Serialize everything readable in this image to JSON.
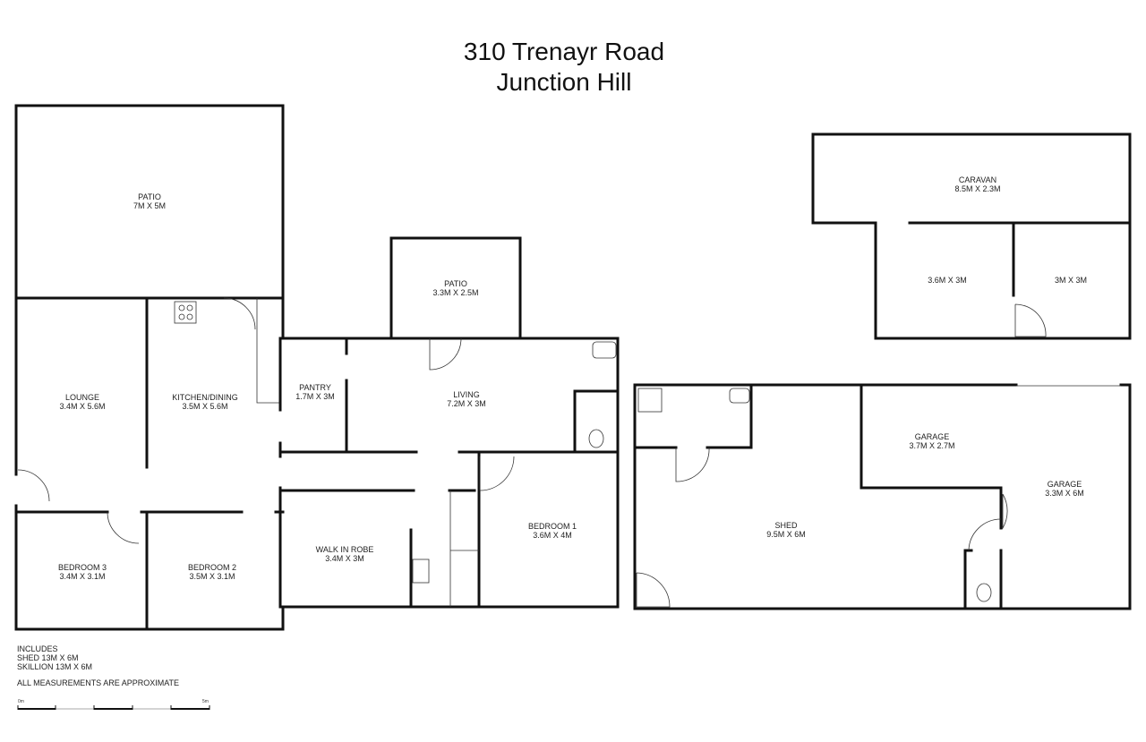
{
  "title": {
    "line1": "310 Trenayr Road",
    "line2": "Junction Hill"
  },
  "rooms": [
    {
      "name": "PATIO",
      "size": "7M X 5M"
    },
    {
      "name": "LOUNGE",
      "size": "3.4M X 5.6M"
    },
    {
      "name": "KITCHEN/DINING",
      "size": "3.5M X 5.6M"
    },
    {
      "name": "BEDROOM 3",
      "size": "3.4M X 3.1M"
    },
    {
      "name": "BEDROOM 2",
      "size": "3.5M X 3.1M"
    },
    {
      "name": "PATIO",
      "size": "3.3M X 2.5M"
    },
    {
      "name": "PANTRY",
      "size": "1.7M X 3M"
    },
    {
      "name": "LIVING",
      "size": "7.2M X 3M"
    },
    {
      "name": "WALK IN ROBE",
      "size": "3.4M X 3M"
    },
    {
      "name": "BEDROOM 1",
      "size": "3.6M X 4M"
    },
    {
      "name": "CARAVAN",
      "size": "8.5M X 2.3M"
    },
    {
      "name": "",
      "size": "3.6M X 3M"
    },
    {
      "name": "",
      "size": "3M X 3M"
    },
    {
      "name": "GARAGE",
      "size": "3.7M X 2.7M"
    },
    {
      "name": "GARAGE",
      "size": "3.3M X 6M"
    },
    {
      "name": "SHED",
      "size": "9.5M X 6M"
    }
  ],
  "notes": {
    "includes": "INCLUDES",
    "shed": "SHED 13M X 6M",
    "skillion": "SKILLION 13M X 6M",
    "approx": "ALL MEASUREMENTS ARE APPROXIMATE"
  },
  "scale": {
    "start": "0m",
    "end": "5m"
  }
}
